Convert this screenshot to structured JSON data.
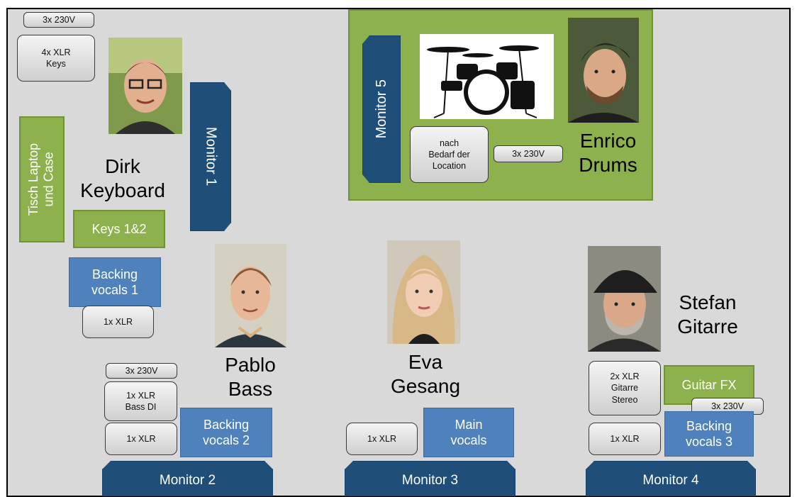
{
  "keyboard": {
    "power": "3x 230V",
    "xlr": "4x XLR\nKeys",
    "table": "Tisch Laptop\nund Case",
    "name": "Dirk\nKeyboard",
    "keys": "Keys 1&2",
    "backing": "Backing\nvocals 1",
    "backing_xlr": "1x XLR"
  },
  "monitor1": "Monitor 1",
  "drums": {
    "monitor": "Monitor 5",
    "note": "nach\nBedarf der\nLocation",
    "power": "3x 230V",
    "name": "Enrico\nDrums"
  },
  "bass": {
    "power": "3x 230V",
    "di": "1x XLR\nBass DI",
    "xlr": "1x XLR",
    "name": "Pablo\nBass",
    "backing": "Backing\nvocals 2",
    "monitor": "Monitor 2"
  },
  "vocals": {
    "name": "Eva\nGesang",
    "xlr": "1x XLR",
    "main": "Main\nvocals",
    "monitor": "Monitor 3"
  },
  "guitar": {
    "name": "Stefan\nGitarre",
    "xlr_stereo": "2x XLR\nGitarre\nStereo",
    "fx": "Guitar FX",
    "power": "3x 230V",
    "xlr": "1x XLR",
    "backing": "Backing\nvocals 3",
    "monitor": "Monitor 4"
  },
  "colors": {
    "floor": "#d9d9d9",
    "green": "#8db14c",
    "blue": "#4f81bd",
    "monitor": "#1f4e79"
  }
}
